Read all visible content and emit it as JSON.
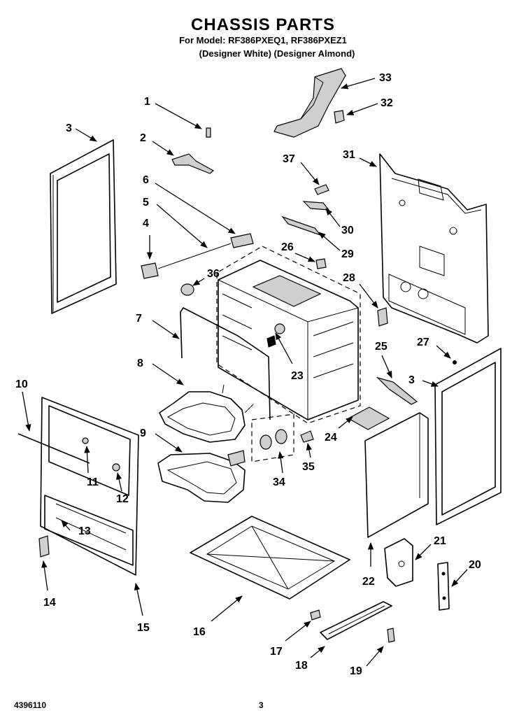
{
  "header": {
    "title": "CHASSIS PARTS",
    "model_line": "For Model: RF386PXEQ1, RF386PXEZ1",
    "variant_line": "(Designer White) (Designer Almond)"
  },
  "footer": {
    "doc_number": "4396110",
    "page_number": "3"
  },
  "callouts": [
    "1",
    "2",
    "3",
    "3",
    "4",
    "5",
    "6",
    "7",
    "8",
    "9",
    "10",
    "11",
    "12",
    "13",
    "14",
    "15",
    "16",
    "17",
    "18",
    "19",
    "20",
    "21",
    "22",
    "23",
    "24",
    "25",
    "26",
    "27",
    "28",
    "29",
    "30",
    "31",
    "32",
    "33",
    "34",
    "35",
    "36",
    "37"
  ]
}
